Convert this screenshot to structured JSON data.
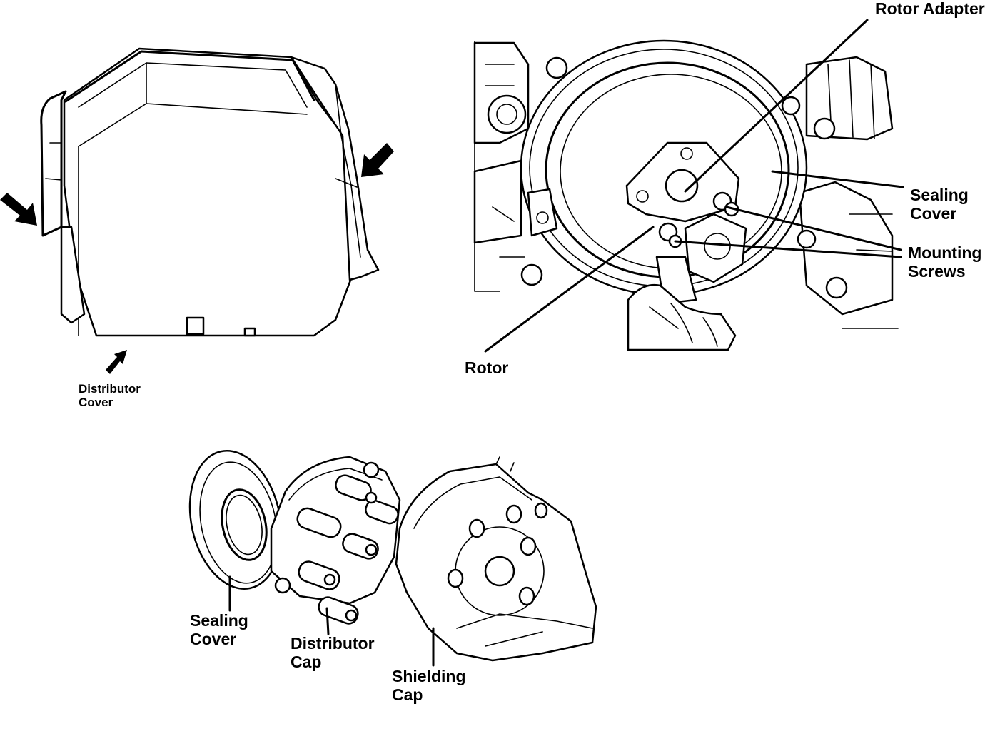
{
  "labels": {
    "distributor_cover": [
      "Distributor",
      "Cover"
    ],
    "rotor_adapter": "Rotor Adapter",
    "sealing_cover_top": [
      "Sealing",
      "Cover"
    ],
    "mounting_screws": [
      "Mounting",
      "Screws"
    ],
    "rotor": "Rotor",
    "sealing_cover_bottom": [
      "Sealing",
      "Cover"
    ],
    "distributor_cap": [
      "Distributor",
      "Cap"
    ],
    "shielding_cap": [
      "Shielding",
      "Cap"
    ]
  },
  "icons": {
    "arrows": "arrow-icon",
    "leader_lines": "leader-line"
  },
  "colors": {
    "ink": "#000000",
    "paper": "#ffffff"
  }
}
